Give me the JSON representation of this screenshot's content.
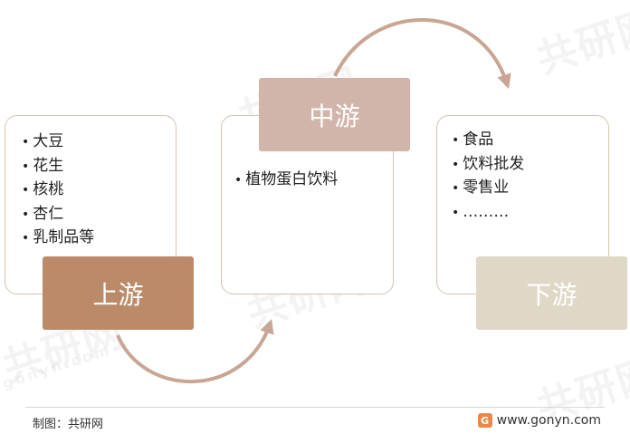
{
  "upstream": {
    "label": "上游",
    "items": [
      "大豆",
      "花生",
      "核桃",
      "杏仁",
      "乳制品等"
    ],
    "color": "#bb8b69"
  },
  "midstream": {
    "label": "中游",
    "items": [
      "植物蛋白饮料"
    ],
    "color": "#d2b5aa"
  },
  "downstream": {
    "label": "下游",
    "items": [
      "食品",
      "饮料批发",
      "零售业",
      "………"
    ],
    "color": "#e0d8c7"
  },
  "arrow_color": "#c9a693",
  "footer": {
    "caption": "制图：共研网",
    "logo_text": "G",
    "site": "www.gonyn.com"
  },
  "watermark": {
    "text": "共研网",
    "url": "gonyn.com"
  }
}
